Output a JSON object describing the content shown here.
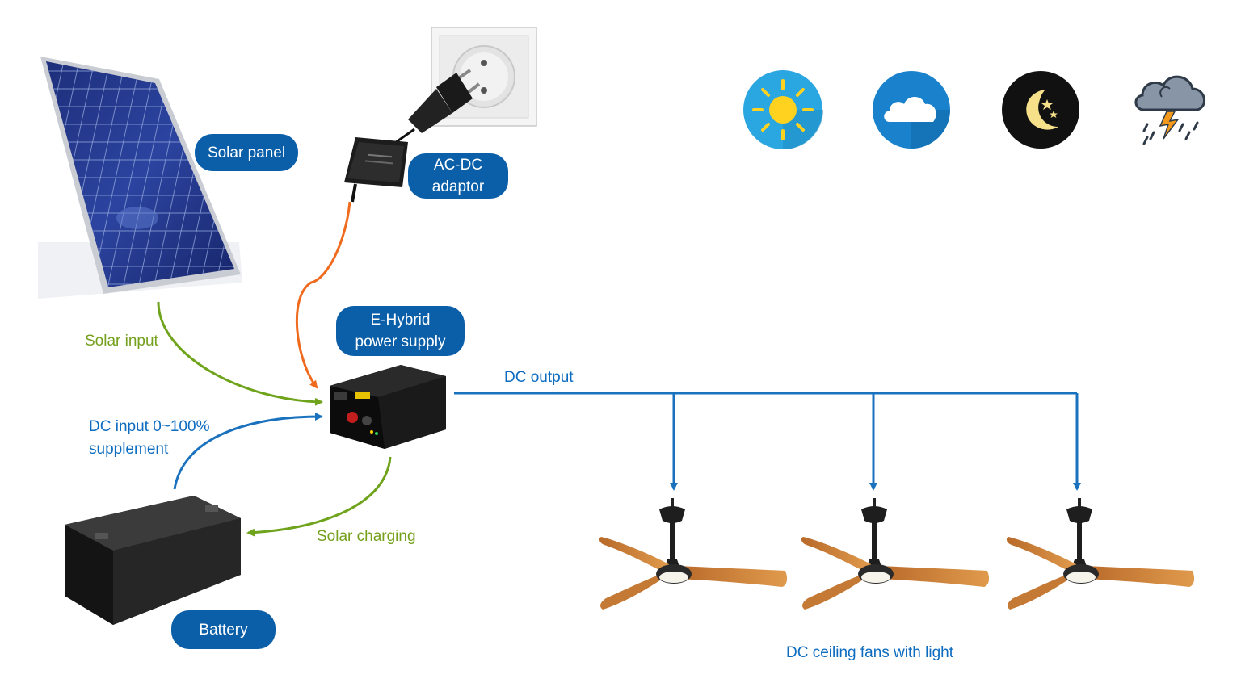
{
  "labels": {
    "solar_panel": "Solar panel",
    "acdc_line1": "AC-DC",
    "acdc_line2": "adaptor",
    "ehybrid_line1": "E-Hybrid",
    "ehybrid_line2": "power supply",
    "battery": "Battery",
    "solar_input": "Solar input",
    "dc_input_line1": "DC input 0~100%",
    "dc_input_line2": "supplement",
    "solar_charging": "Solar charging",
    "dc_output": "DC output",
    "fans_caption": "DC ceiling fans with light"
  },
  "weather_icons": [
    "sun-icon",
    "cloud-icon",
    "moon-night-icon",
    "storm-icon"
  ],
  "colors": {
    "pill": "#0a5fa8",
    "green_line": "#6ea31b",
    "blue_line": "#1a72bf",
    "orange_line": "#f06a1e",
    "sun_bg": "#2aa6e0",
    "cloud_bg": "#1a82cc",
    "moon_bg": "#111111"
  }
}
